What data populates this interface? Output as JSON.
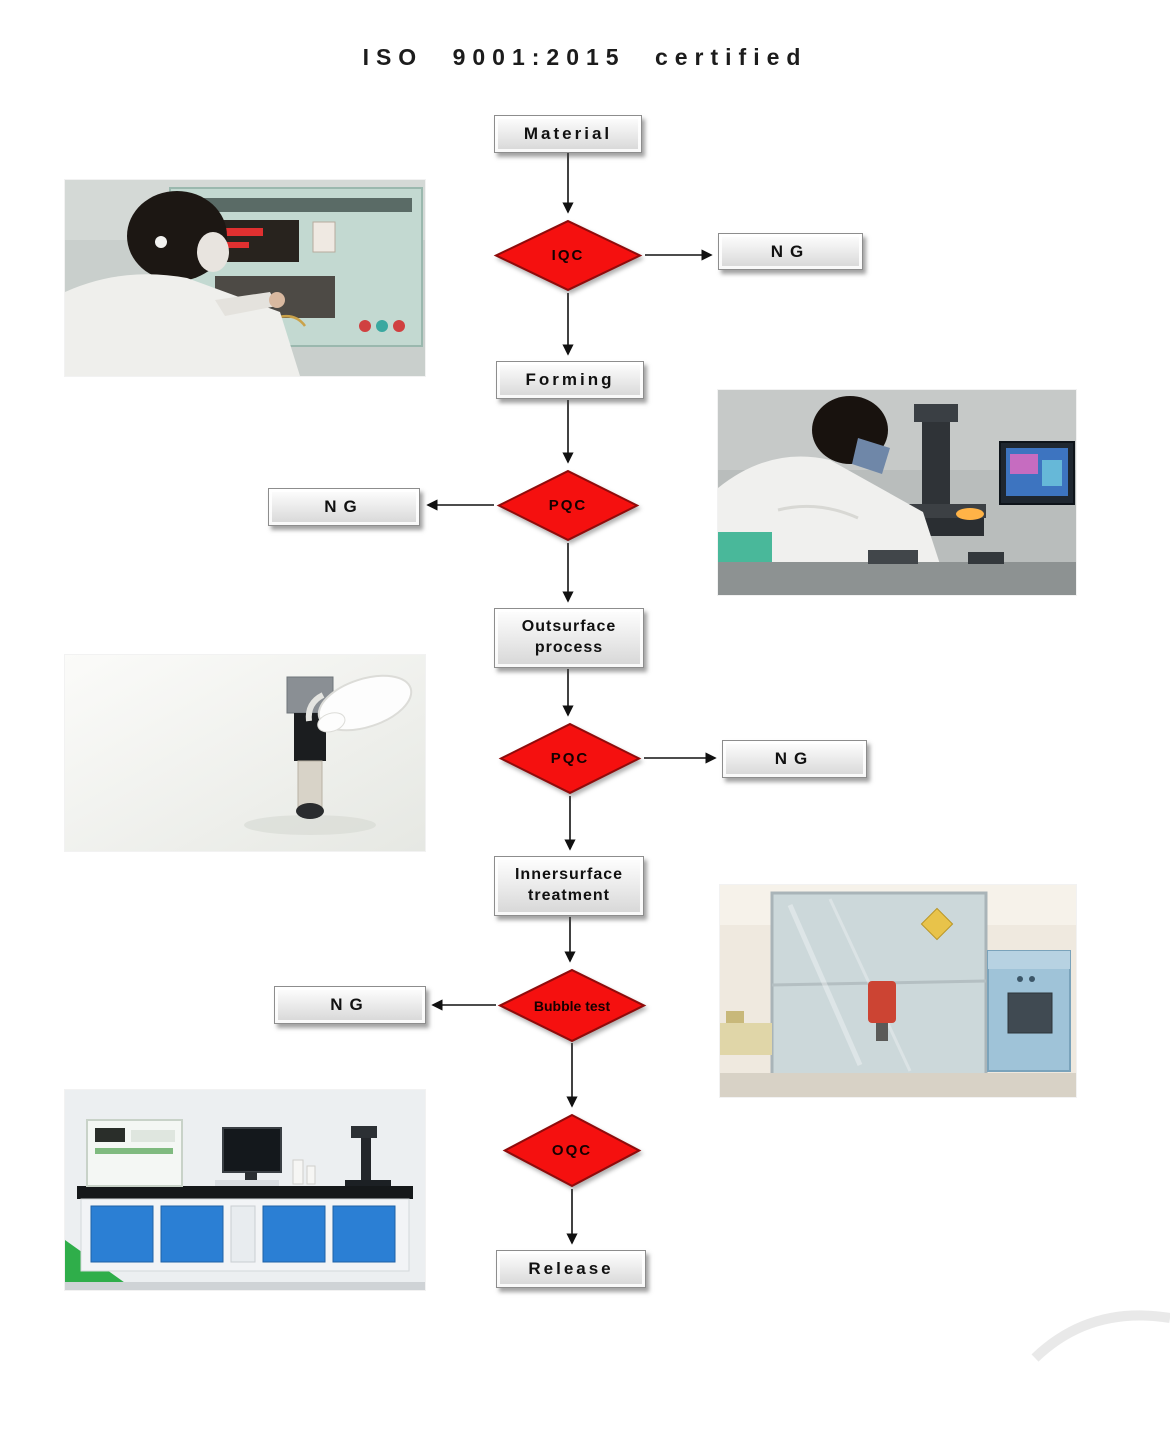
{
  "title": "ISO 9001:2015 certified",
  "flow": {
    "material": "Material",
    "iqc": "IQC",
    "forming": "Forming",
    "pqc": "PQC",
    "outsurface": "Outsurface process",
    "innersurface": "Innersurface treatment",
    "bubble_test": "Bubble test",
    "oqc": "OQC",
    "release": "Release",
    "ng": "NG"
  },
  "colors": {
    "diamond_red": "#f5100f",
    "diamond_border": "#8f0b0b",
    "box_border": "#8d8d8d",
    "arrow": "#111111"
  }
}
